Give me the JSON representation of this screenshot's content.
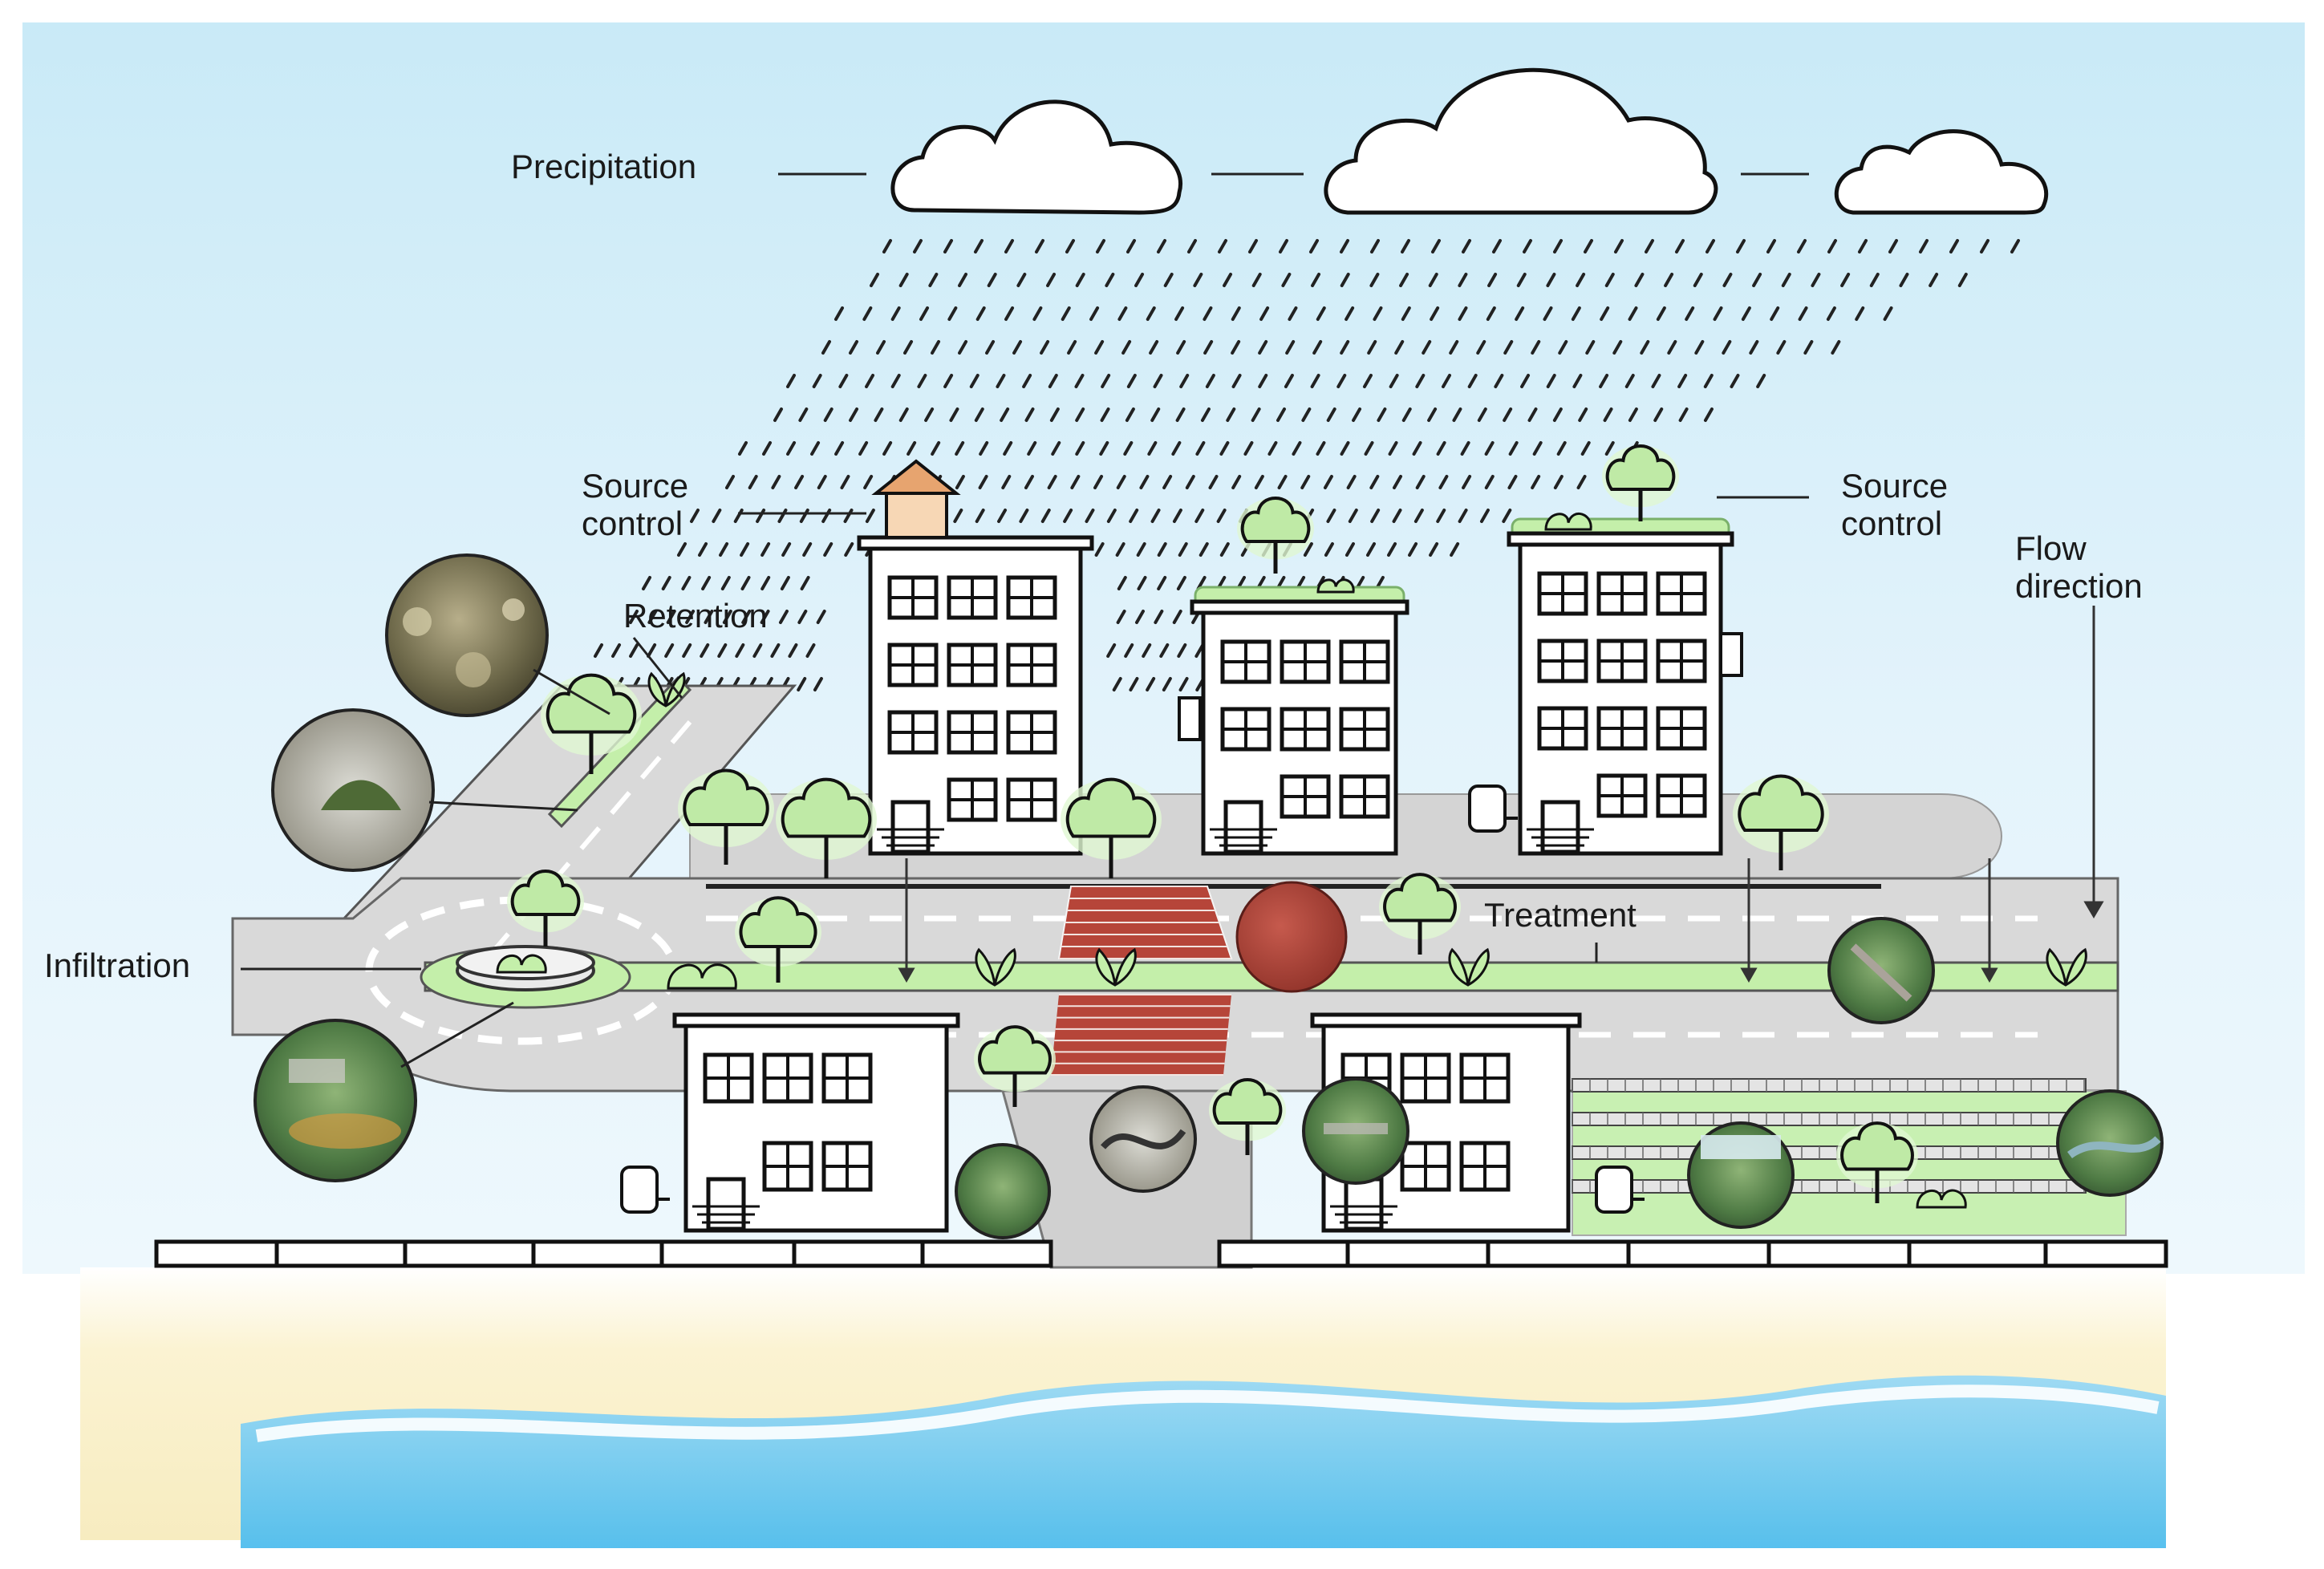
{
  "labels": {
    "precipitation": "Precipitation",
    "source_control_left": [
      "Source",
      "control"
    ],
    "source_control_right": [
      "Source",
      "control"
    ],
    "flow_direction": [
      "Flow",
      "direction"
    ],
    "retention": "Retention",
    "infiltration": "Infiltration",
    "treatment": "Treatment"
  },
  "colors": {
    "sky": "#d6eef8",
    "road": "#d8d8d8",
    "green": "#bff0a8",
    "tree": "#c2ecb0",
    "brick": "#b5443a",
    "water": "#6fc9f0",
    "sand": "#fbf2cc"
  },
  "icons": {
    "cloud": "cloud-icon",
    "tree": "tree-icon",
    "building": "building-icon",
    "photo": "photo-inset"
  }
}
